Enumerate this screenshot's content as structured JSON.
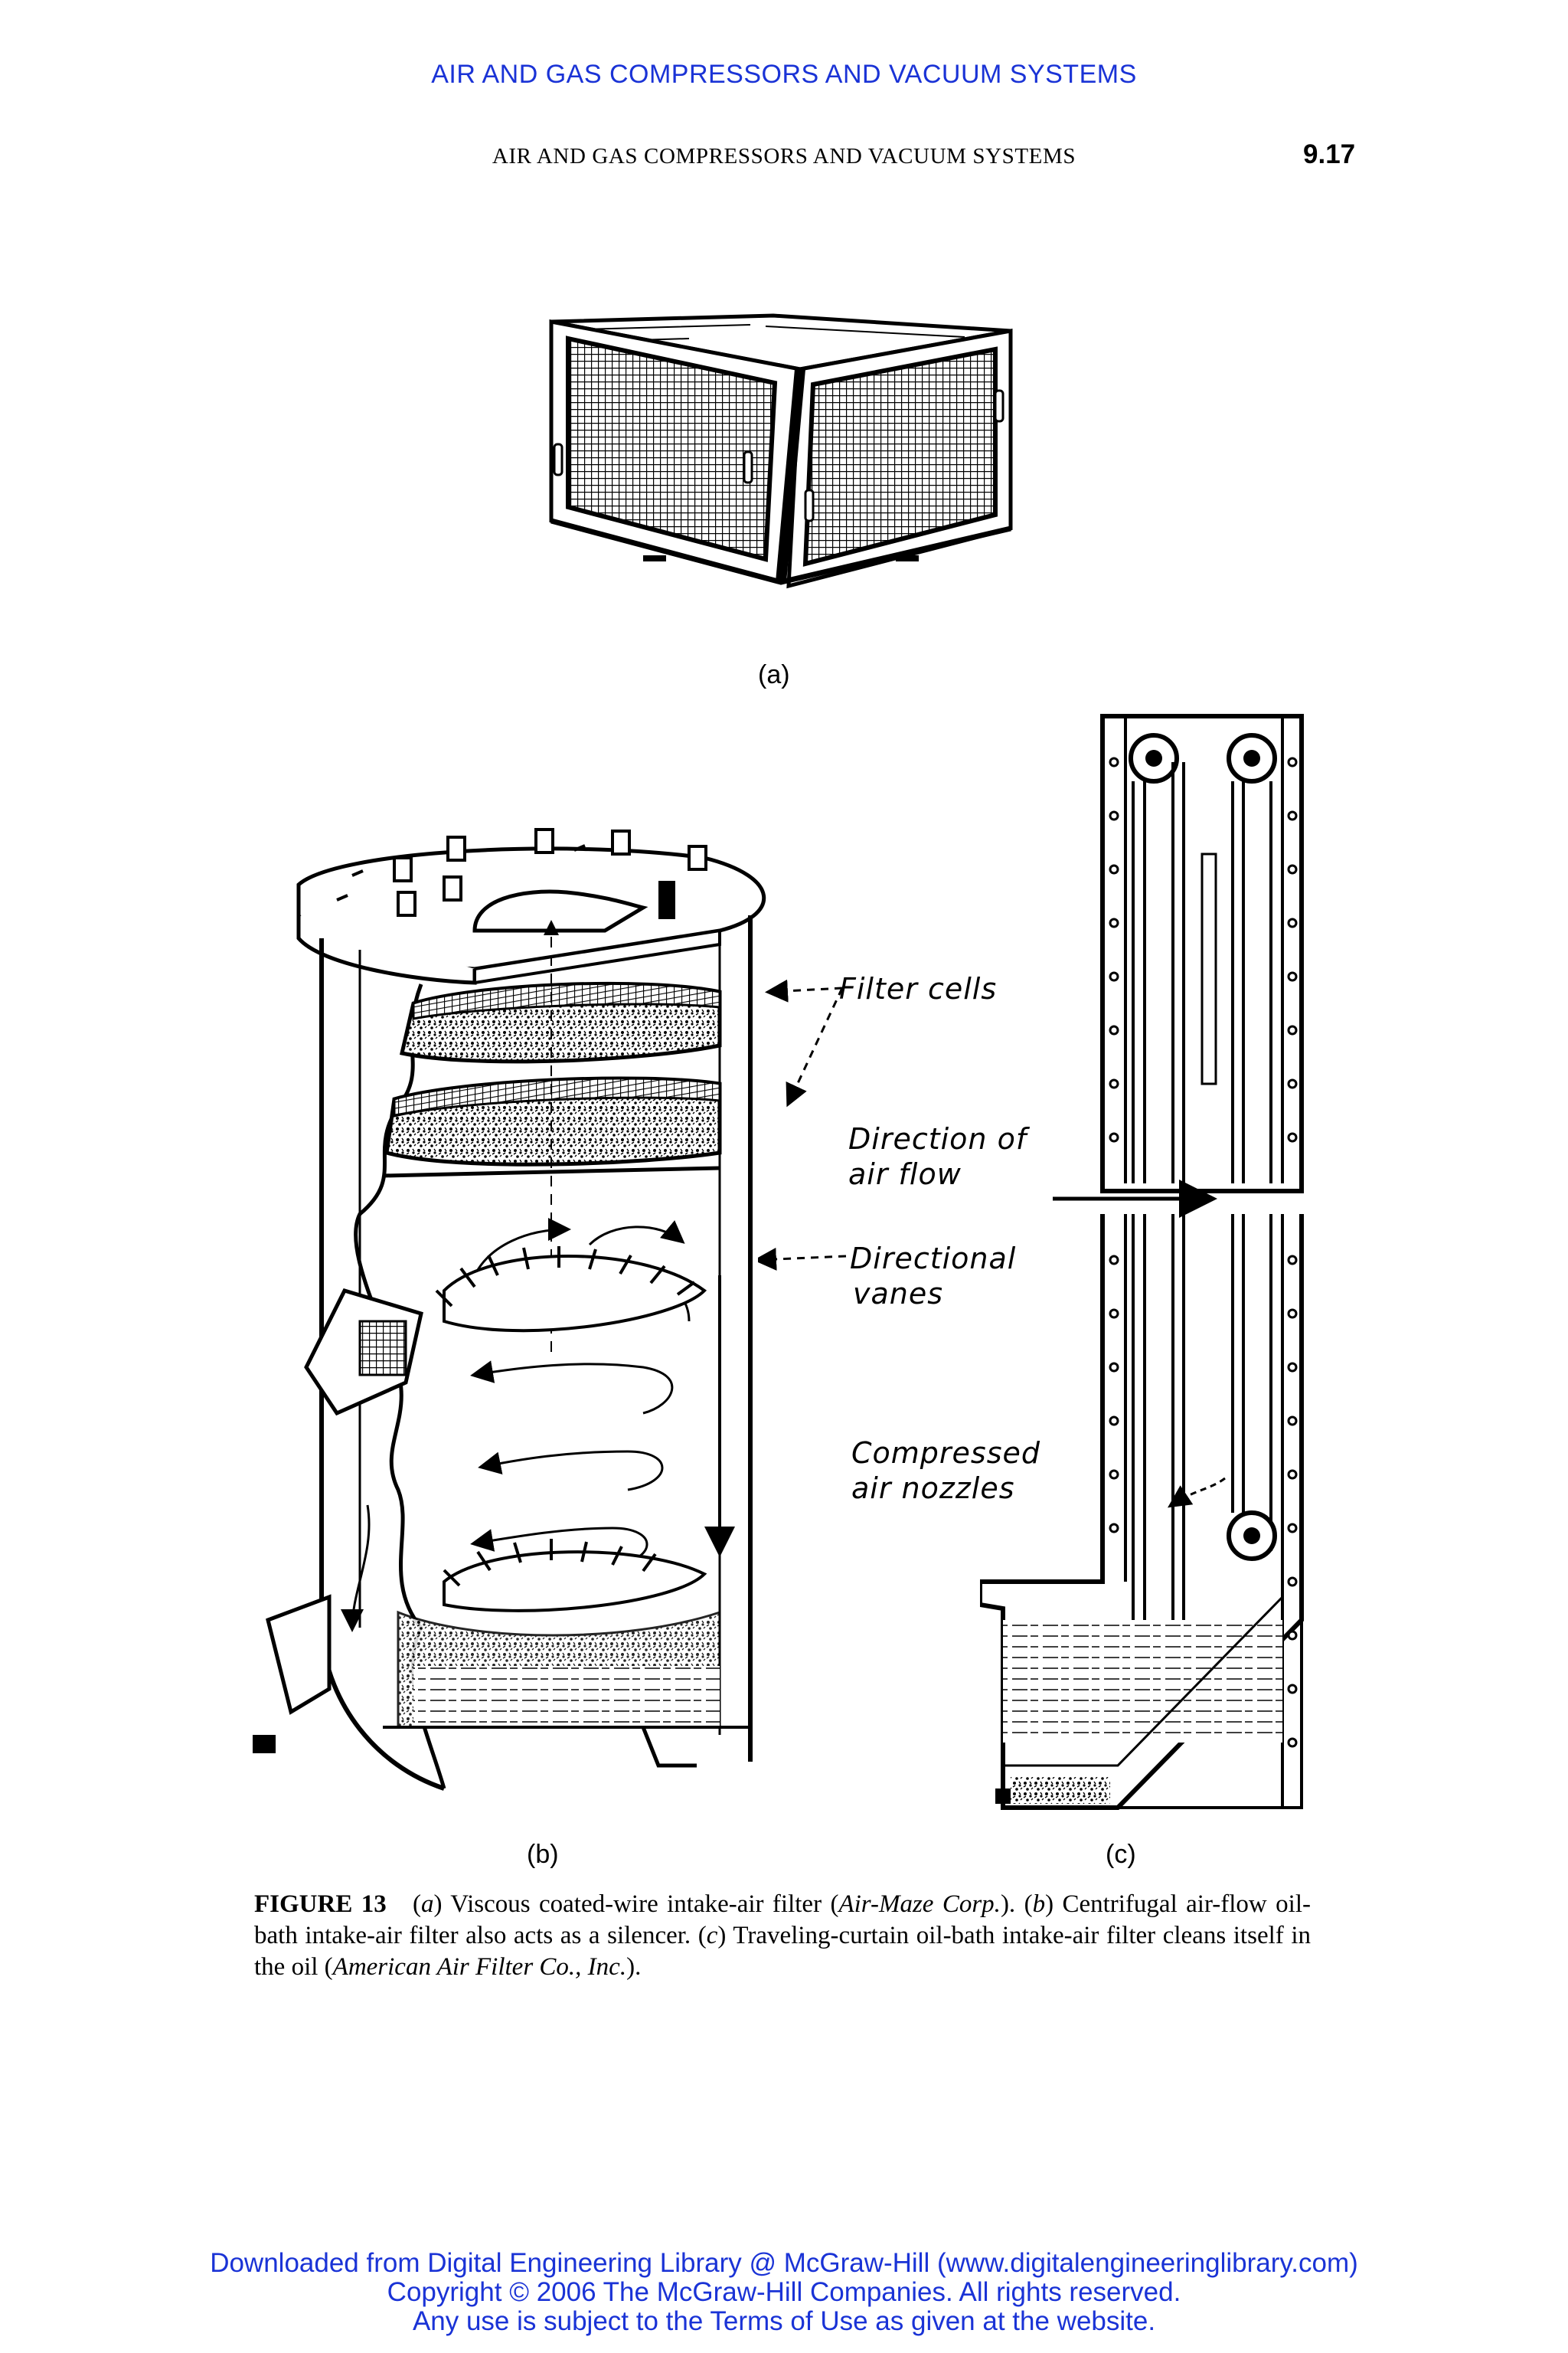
{
  "header": {
    "banner": "AIR AND GAS COMPRESSORS AND VACUUM SYSTEMS",
    "running_head": "AIR AND GAS COMPRESSORS AND VACUUM SYSTEMS",
    "page_number": "9.17"
  },
  "figure": {
    "labels": {
      "a": "(a)",
      "b": "(b)",
      "c": "(c)"
    },
    "callouts": {
      "filter_cells": "Filter cells",
      "direction_line1": "Direction of",
      "direction_line2": "air flow",
      "vanes_line1": "Directional",
      "vanes_line2": "vanes",
      "nozzles_line1": "Compressed",
      "nozzles_line2": "air nozzles"
    }
  },
  "caption": {
    "figure_label": "FIGURE 13",
    "a_tag": "a",
    "a_text": " Viscous coated-wire intake-air filter (",
    "a_credit": "Air-Maze Corp.",
    "a_close": "). (",
    "b_tag": "b",
    "b_text": ") Centrifugal air-flow oil-bath intake-air filter also acts as a silencer. (",
    "c_tag": "c",
    "c_text": ") Traveling-curtain oil-bath intake-air filter cleans itself in the oil (",
    "c_credit": "American Air Filter Co., Inc.",
    "c_close": ")."
  },
  "footer": {
    "line1": "Downloaded from Digital Engineering Library @ McGraw-Hill (www.digitalengineeringlibrary.com)",
    "line2": "Copyright © 2006 The McGraw-Hill Companies. All rights reserved.",
    "line3": "Any use is subject to the Terms of Use as given at the website."
  }
}
